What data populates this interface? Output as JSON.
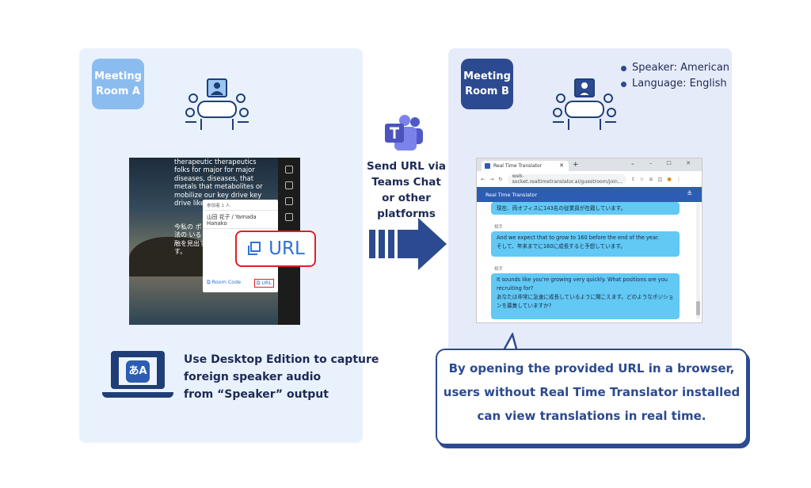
{
  "room_a": {
    "badge_line1": "Meeting",
    "badge_line2": "Room A"
  },
  "room_b": {
    "badge_line1": "Meeting",
    "badge_line2": "Room B"
  },
  "room_b_info": {
    "speaker": "Speaker: American",
    "language": "Language: English"
  },
  "desktop_screenshot": {
    "caption_en": "therapeutic therapeutics folks for major for major diseases, diseases, that metals that metabolites or mobilize our key drive key drive like f disea",
    "caption_jp": "今私の ポリの す。現 気、脚 法の いる が出演 のため る金融を見出すのに役立つて ます。",
    "popup_header": "参加者 1 人",
    "popup_name": "山田 花子 / Yamada Hanako",
    "room_code_label": "⧉ Room Code",
    "url_label": "⧉ URL"
  },
  "url_callout": {
    "label": "URL"
  },
  "laptop": {
    "app_glyph": "あA",
    "line1": "Use Desktop Edition to capture",
    "line2": "foreign speaker audio",
    "line3": "from “Speaker” output"
  },
  "middle": {
    "line1": "Send URL via",
    "line2": "Teams Chat",
    "line3": "or other platforms"
  },
  "browser": {
    "tab_title": "Real Time Translator",
    "url": "web-socket.realtimetranslator.ai/guestroom/join...",
    "app_title": "Real Time Translator",
    "messages": [
      {
        "speaker": "",
        "text": "現在、両オフィスに143名の従業員が在籍しています。"
      },
      {
        "speaker": "相手",
        "text": "And we expect that to grow to 160 before the end of the year.",
        "translation": "そして、年末までに160に成長すると予想しています。"
      },
      {
        "speaker": "相手",
        "text": "It sounds like you're growing very quickly. What positions are you recruiting for?",
        "translation": "あなたは非常に急速に成長しているように聞こえます。どのようなポジションを募集していますか?"
      }
    ]
  },
  "note": {
    "line1": "By opening the provided URL in a browser,",
    "line2": "users without Real Time Translator installed",
    "line3": "can view translations in real time."
  },
  "colors": {
    "navy": "#2c4a8f",
    "light_blue": "#8bbcf0",
    "red": "#e01f26",
    "chat_blue": "#62c8f4"
  }
}
